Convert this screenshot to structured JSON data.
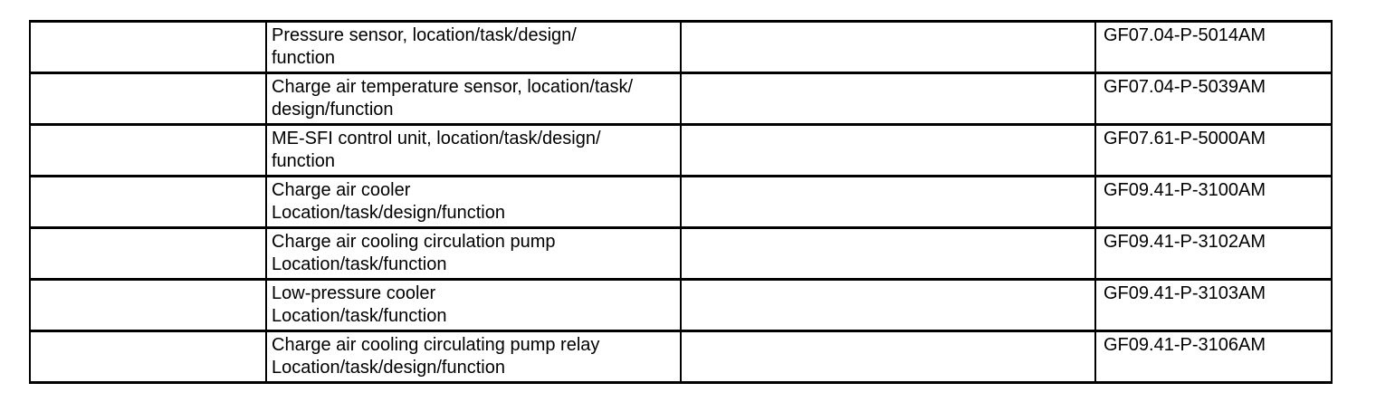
{
  "colors": {
    "background": "#ffffff",
    "border": "#000000",
    "text": "#000000"
  },
  "table": {
    "rows": [
      {
        "description_line1": "Pressure sensor, location/task/design/",
        "description_line2": "function",
        "code": "GF07.04-P-5014AM"
      },
      {
        "description_line1": "Charge air temperature sensor, location/task/",
        "description_line2": "design/function",
        "code": "GF07.04-P-5039AM"
      },
      {
        "description_line1": "ME-SFI control unit, location/task/design/",
        "description_line2": "function",
        "code": "GF07.61-P-5000AM"
      },
      {
        "description_line1": "Charge air cooler",
        "description_line2": "Location/task/design/function",
        "code": "GF09.41-P-3100AM"
      },
      {
        "description_line1": "Charge air cooling circulation pump",
        "description_line2": "Location/task/function",
        "code": "GF09.41-P-3102AM"
      },
      {
        "description_line1": "Low-pressure cooler",
        "description_line2": "Location/task/function",
        "code": "GF09.41-P-3103AM"
      },
      {
        "description_line1": "Charge air cooling circulating pump relay",
        "description_line2": "Location/task/design/function",
        "code": "GF09.41-P-3106AM"
      }
    ]
  }
}
